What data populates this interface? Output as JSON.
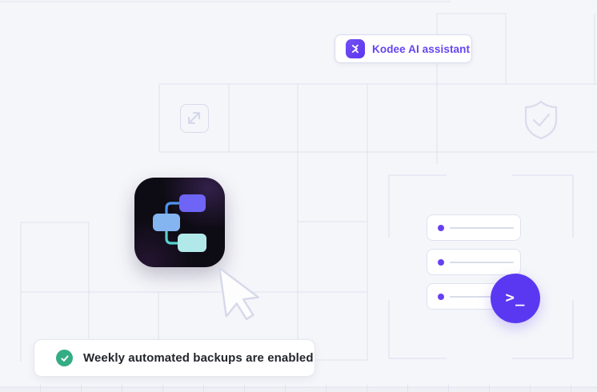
{
  "background": {
    "color": "#f5f6fa",
    "grid_line_color": "#dfe2ee",
    "bottom_strip_color": "#eef0f5"
  },
  "kodee_badge": {
    "label": "Kodee AI assistant",
    "icon": "kodee-spark-icon",
    "text_color": "#6544f0",
    "icon_bg": "#6a46f2"
  },
  "decor_icons": {
    "expand": "expand-arrows-icon",
    "shield": "shield-check-icon"
  },
  "app_icon": {
    "name": "workflow-app-icon",
    "node_colors": {
      "purple": "#6e64f6",
      "blue": "#85b5f1",
      "cyan": "#b1e9eb"
    },
    "connector_colors": {
      "blue": "#4f93ee",
      "teal": "#55d2cf"
    }
  },
  "server_list": {
    "row_count": 3,
    "dot_color": "#6741f0",
    "line_color": "#d9ddeb"
  },
  "terminal_button": {
    "glyph": ">_",
    "bg": "#5a38f1",
    "icon": "terminal-prompt-icon"
  },
  "notification": {
    "text": "Weekly automated backups are enabled",
    "status_icon": "check-circle-icon",
    "status_color": "#35ad84"
  },
  "cursor": {
    "icon": "cursor-arrow-icon"
  }
}
